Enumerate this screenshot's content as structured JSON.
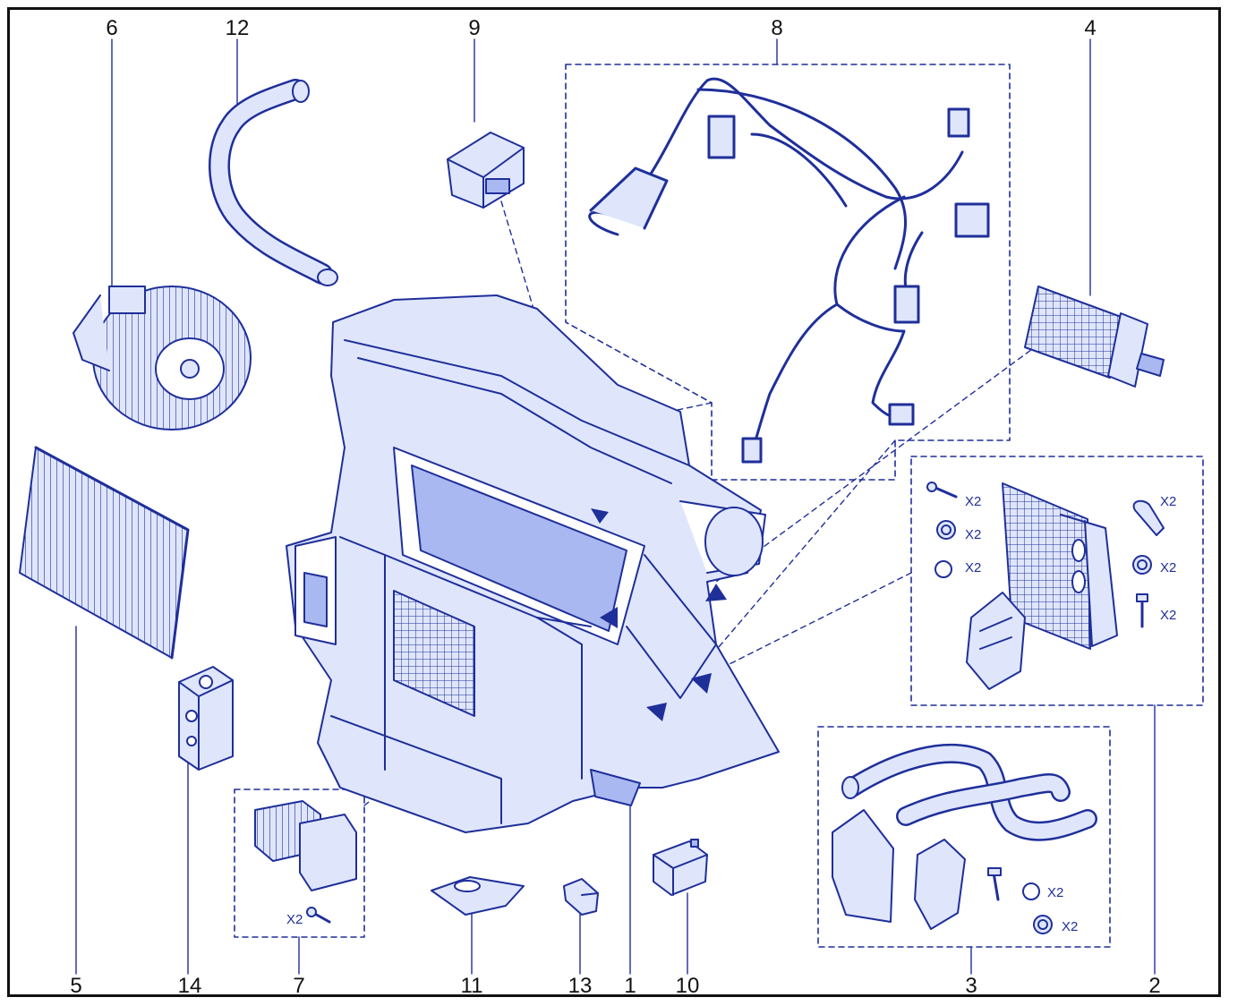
{
  "callouts": {
    "c6": "6",
    "c12": "12",
    "c9": "9",
    "c8": "8",
    "c4": "4",
    "c5": "5",
    "c14": "14",
    "c7": "7",
    "c11": "11",
    "c13": "13",
    "c1": "1",
    "c10": "10",
    "c3": "3",
    "c2": "2"
  },
  "quantities": {
    "kit2_screw": "X2",
    "kit2_washer": "X2",
    "kit2_oring": "X2",
    "kit2_clip": "X2",
    "kit2_seal": "X2",
    "kit2_bolt": "X2",
    "kit3_oring": "X2",
    "kit3_seal": "X2",
    "kit7_screw": "X2"
  },
  "colors": {
    "line": "#1f2f9a",
    "fill": "#dfe6fb",
    "fill_dark": "#a9b8f0",
    "frame": "#111111"
  }
}
